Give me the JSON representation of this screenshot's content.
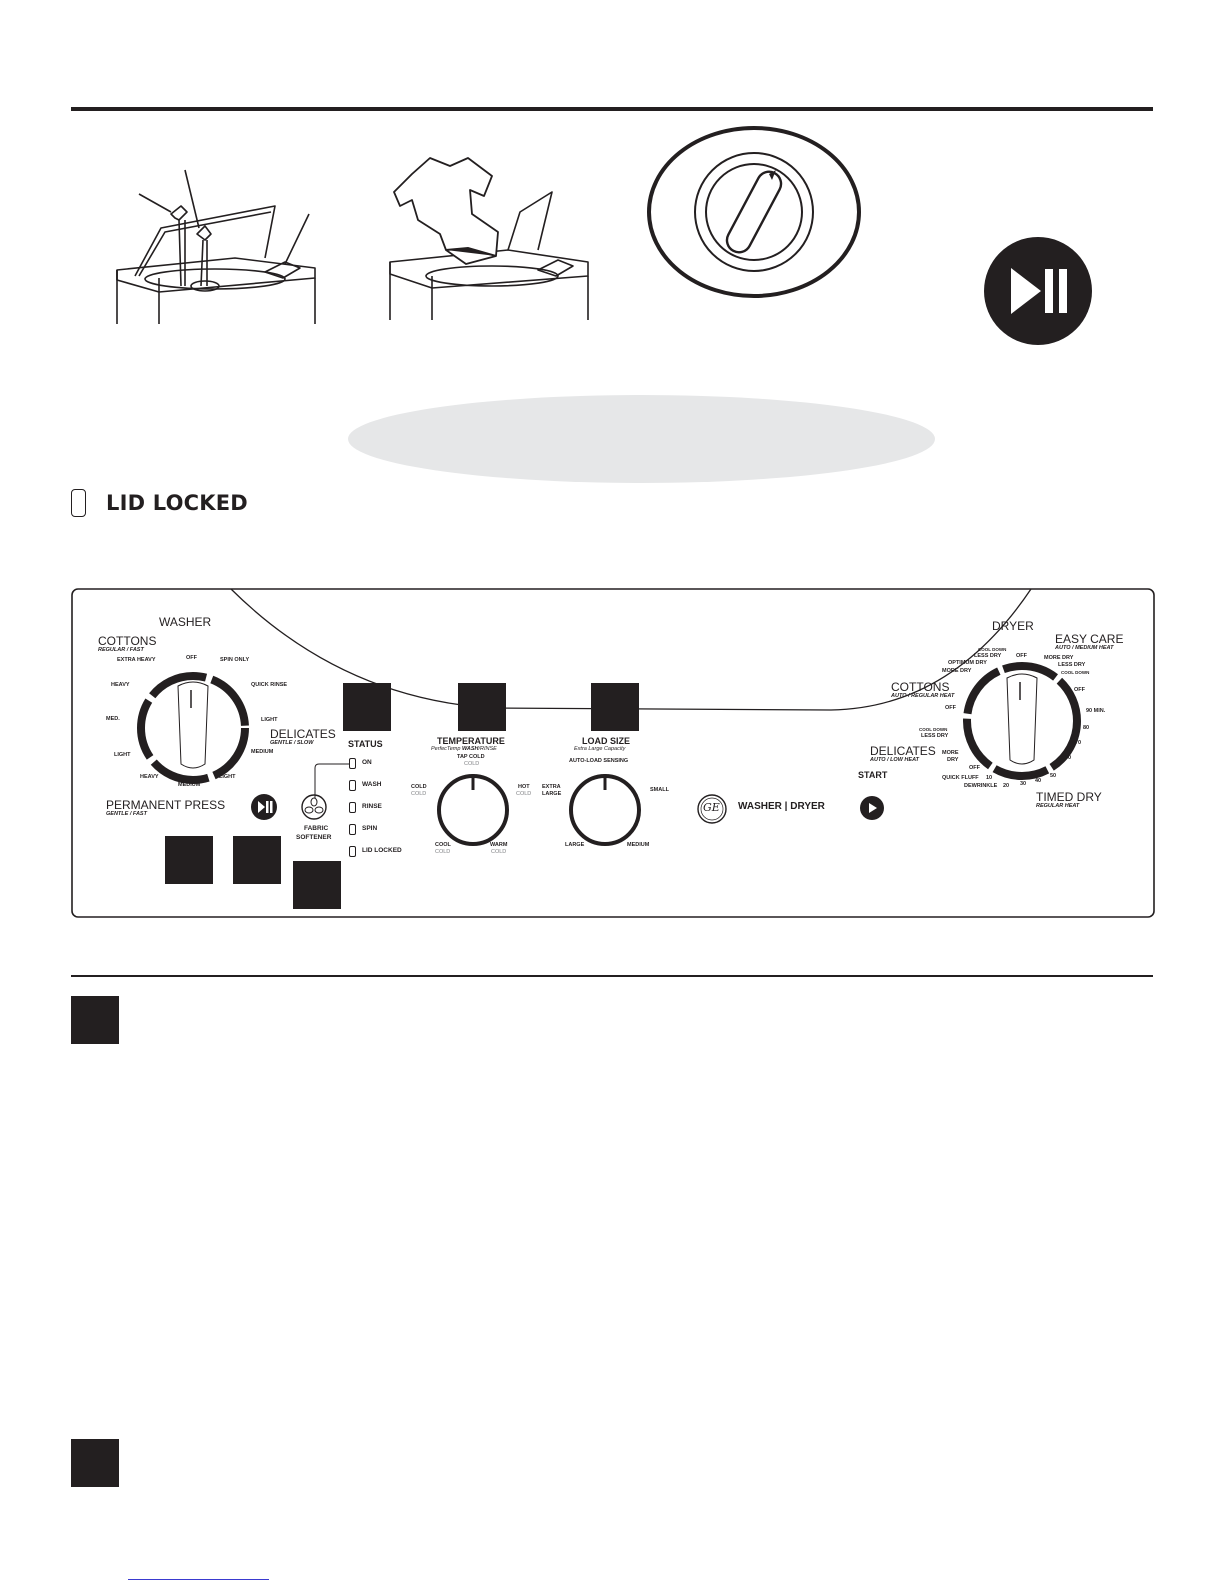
{
  "status_indicator": {
    "label": "LID LOCKED"
  },
  "control_panel": {
    "washer": {
      "title": "WASHER",
      "cycle_groups": [
        {
          "name": "COTTONS",
          "sub": "REGULAR / FAST"
        },
        {
          "name": "DELICATES",
          "sub": "GENTLE / SLOW"
        },
        {
          "name": "PERMANENT PRESS",
          "sub": "GENTLE / FAST"
        }
      ],
      "dial_labels": [
        "EXTRA HEAVY",
        "OFF",
        "SPIN ONLY",
        "HEAVY",
        "QUICK RINSE",
        "MED.",
        "LIGHT",
        "MEDIUM",
        "LIGHT",
        "HEAVY",
        "MEDIUM",
        "LIGHT"
      ],
      "fabric_softener": [
        "FABRIC",
        "SOFTENER"
      ]
    },
    "status": {
      "title": "STATUS",
      "items": [
        "ON",
        "WASH",
        "RINSE",
        "SPIN",
        "LID LOCKED"
      ]
    },
    "temperature": {
      "title": "TEMPERATURE",
      "sub_prefix": "PerfecTemp ",
      "sub_bold": "WASH",
      "sub_suffix": "/RINSE",
      "top": "TAP COLD",
      "top_sub": "COLD",
      "left": "COLD",
      "left_sub": "COLD",
      "right": "HOT",
      "right_sub": "COLD",
      "bottom_left": "COOL",
      "bottom_left_sub": "COLD",
      "bottom_right": "WARM",
      "bottom_right_sub": "COLD"
    },
    "load_size": {
      "title": "LOAD SIZE",
      "sub": "Extra Large Capacity",
      "top": "AUTO-LOAD SENSING",
      "left1": "EXTRA",
      "left2": "LARGE",
      "right": "SMALL",
      "bottom_left": "LARGE",
      "bottom_right": "MEDIUM"
    },
    "brand": {
      "logo": "GE",
      "label": "WASHER | DRYER"
    },
    "start": {
      "label": "START"
    },
    "dryer": {
      "title": "DRYER",
      "easy_care": {
        "name": "EASY CARE",
        "sub": "AUTO / MEDIUM HEAT"
      },
      "cottons": {
        "name": "COTTONS",
        "sub": "AUTO / REGULAR HEAT"
      },
      "delicates": {
        "name": "DELICATES",
        "sub": "AUTO / LOW HEAT"
      },
      "timed_dry": {
        "name": "TIMED DRY",
        "sub": "REGULAR HEAT"
      },
      "dial_labels": {
        "cool_down_top": "COOL DOWN",
        "less_dry_top": "LESS DRY",
        "optimum_dry": "OPTIMUM DRY",
        "more_dry_left": "MORE DRY",
        "off_top": "OFF",
        "more_dry_right": "MORE DRY",
        "less_dry_right": "LESS DRY",
        "cool_down_right": "COOL DOWN",
        "off_right": "OFF",
        "off_left": "OFF",
        "cool_down_left": "COOL DOWN",
        "less_dry_left": "LESS DRY",
        "more": "MORE",
        "dry": "DRY",
        "off_bottom": "OFF",
        "quick_fluff": "QUICK FLUFF",
        "dewrinkle": "DEWRINKLE",
        "times": [
          "90 MIN.",
          "80",
          "70",
          "60",
          "50",
          "40",
          "30",
          "20",
          "10"
        ]
      }
    }
  }
}
